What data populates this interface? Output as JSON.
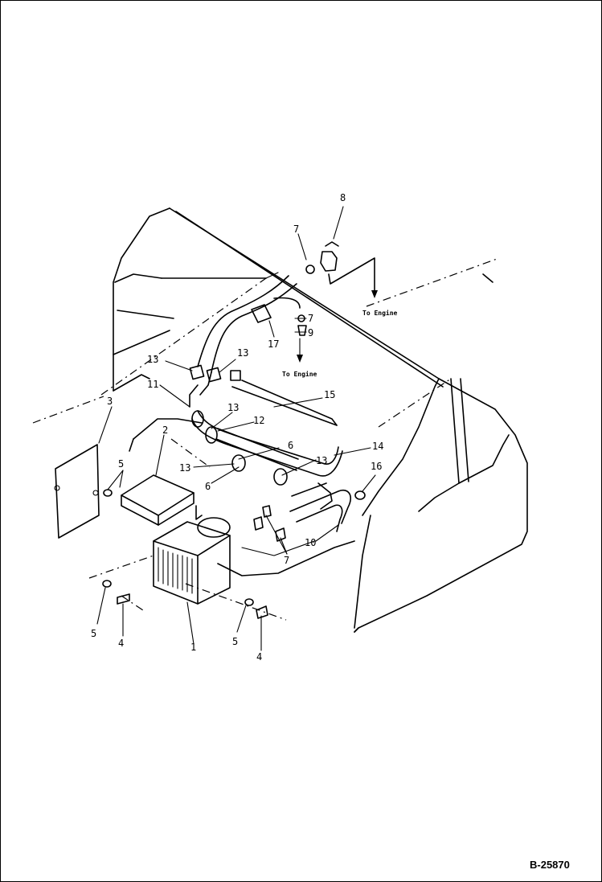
{
  "drawing_number": "B-25870",
  "flow_notes": {
    "upper": "To Engine",
    "lower": "To Engine"
  },
  "callouts": [
    "8",
    "7",
    "7",
    "9",
    "17",
    "13",
    "13",
    "11",
    "15",
    "13",
    "12",
    "3",
    "2",
    "5",
    "6",
    "14",
    "13",
    "13",
    "6",
    "16",
    "10",
    "7",
    "5",
    "4",
    "1",
    "5",
    "4"
  ]
}
